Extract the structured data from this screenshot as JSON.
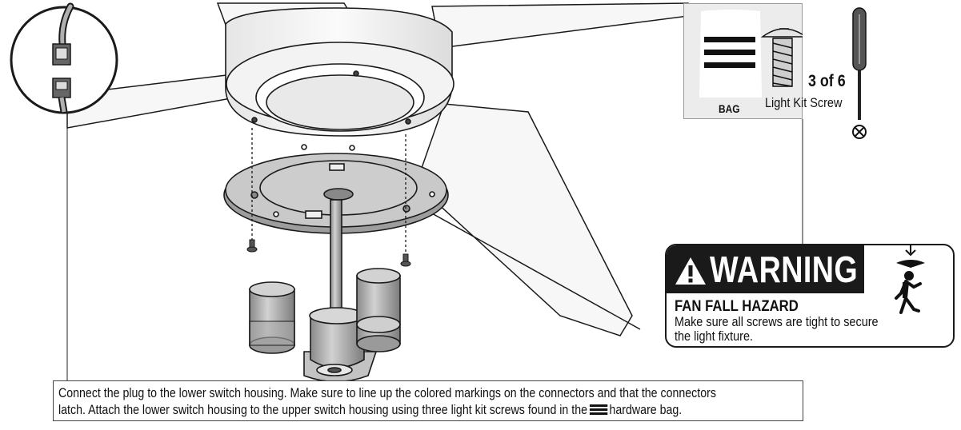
{
  "hardware": {
    "bag_label": "BAG",
    "count": "3 of 6",
    "part_name": "Light Kit Screw",
    "bag_icon": "three-bar-bag-icon",
    "screw_icon": "screw-icon",
    "tool_icon": "phillips-screwdriver-icon"
  },
  "warning": {
    "title": "WARNING",
    "heading": "FAN FALL HAZARD",
    "body_line1": "Make sure all screws are tight to secure",
    "body_line2": "the light fixture.",
    "icon": "falling-fan-person-icon"
  },
  "caption": {
    "line1": "Connect the plug to the lower switch housing. Make sure to line up the colored markings on the connectors and that the connectors",
    "line2_before": "latch. Attach the lower switch housing to the upper switch housing using three light kit screws found in the",
    "line2_after": "hardware bag."
  },
  "colors": {
    "line": "#1a1a1a",
    "metal": "#b9b9b9",
    "panel": "#ececec"
  }
}
